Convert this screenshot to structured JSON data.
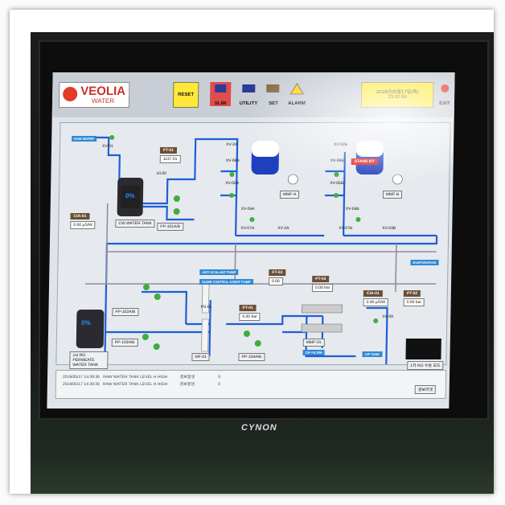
{
  "brand": {
    "name": "VEOLIA",
    "sub": "WATER"
  },
  "toolbar": {
    "reset": "RESET",
    "slim": "SLIM",
    "utility": "UTILITY",
    "set": "SET",
    "alarm": "ALARM",
    "exit": "EXIT"
  },
  "clock": {
    "line1": "2019년05월17일(목)",
    "line2": "15:42:59"
  },
  "tags": {
    "raw_water": "RAW WATER",
    "xv01": "XV-01",
    "ft01": "FT-01",
    "ft01_val": "1137.01",
    "v_1000": "10.00",
    "cw_tank": "CW WATER TANK",
    "cia01a": "CIA-01",
    "cia01a_val": "0.00",
    "cia01a_unit": "μS/W",
    "pp101": "PP-101A/B",
    "xv2a": "XV-2A",
    "xv06a": "XV-06A",
    "xv05a": "XV-05A",
    "xv04a": "XV-04A",
    "xv07a": "XV-07A",
    "xv3a": "XV-3A",
    "mmfa": "MMF-A",
    "xv02b": "XV-02B",
    "xv06b": "XV-06B",
    "xv05b": "XV-05B",
    "xv04b": "XV-04B",
    "xv07b": "XV-07B",
    "xv03b": "XV-03B",
    "mmfb": "MMF-B",
    "standby": "STAND BY",
    "evaporation": "EVAPORATION",
    "ft03": "FT-03",
    "ft03_val": "0.00",
    "pt02a": "PT-02",
    "pt02a_val": "0.00",
    "pt02a_unit": "bar",
    "antiscalant": "ANTI SCALANT PUMP",
    "slime": "SLIME CONTROL AGENT PUMP",
    "pp102": "PP-102A/B",
    "pp103": "PP-103A/B",
    "ps01": "PS-01",
    "pt01": "PT-01",
    "pt01_val": "0.00",
    "pt01_unit": "bar",
    "pp104": "PP-104A/B",
    "mf01": "MF-01",
    "mmf01": "MMF-01",
    "cip_filter": "CIP FILTER",
    "cip_tank": "CIP TANK",
    "cia01b": "CIA-01",
    "cia01b_val": "0.00",
    "cia01b_unit": "μS/W",
    "pt02b": "PT-02",
    "pt02b_val": "0.00",
    "pt02b_unit": "bar",
    "xv09": "XV-09",
    "ro_tank": "1st RO PERMEATE WATER TANK",
    "manual": "1차 RO 수동 모드",
    "pct": "0%"
  },
  "alarms": [
    {
      "time": "2019/05/17 14:39:36",
      "msg": "RAW WATER TANK LEVEL H HIGH",
      "state": "경보발생",
      "code": "0"
    },
    {
      "time": "2019/05/17 14:39:36",
      "msg": "RAW WATER TANK LEVEL H HIGH",
      "state": "경보발생",
      "code": "0"
    }
  ],
  "alarm_clear": "경보리셋",
  "monitor_brand": "CYNON",
  "colors": {
    "pipe": "#1d5fd6",
    "pipe_gray": "#8d9097",
    "valve": "#3fae3f",
    "tag": "#6b4f36",
    "blue_label": "#2f89d6"
  }
}
